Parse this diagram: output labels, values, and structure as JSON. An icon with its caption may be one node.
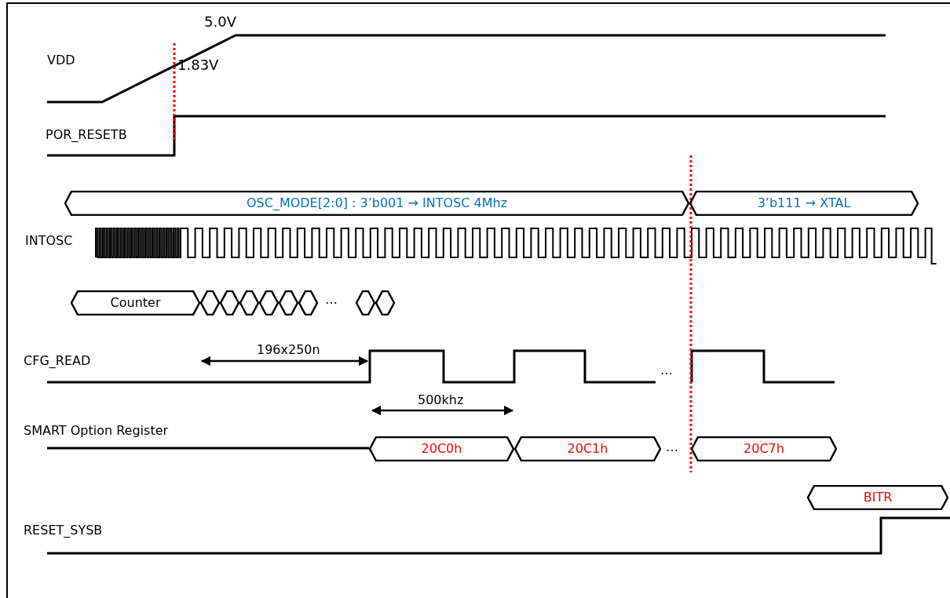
{
  "diagram": {
    "nodes": [
      {
        "text": [
          "OSC_MODE[2:0] : 3’b001 → INTOSC 4Mhz"
        ]
      },
      {
        "text": [
          "3’b111 → XTAL"
        ]
      },
      {
        "text": [
          "Counter"
        ]
      },
      {
        "text": [],
        "shape": "hexagon"
      },
      {
        "text": [],
        "shape": "hexagon"
      },
      {
        "text": [],
        "shape": "hexagon"
      },
      {
        "text": [],
        "shape": "hexagon"
      },
      {
        "text": [],
        "shape": "hexagon"
      },
      {
        "text": [],
        "shape": "hexagon"
      },
      {
        "text": [],
        "shape": "hexagon"
      },
      {
        "text": [],
        "shape": "hexagon"
      },
      {
        "text": [
          "20C0h"
        ]
      },
      {
        "text": [
          "20C1h"
        ]
      },
      {
        "text": [
          "20C7h"
        ]
      },
      {
        "text": [
          "BITR"
        ]
      }
    ],
    "labels": [
      "5.0V",
      "VDD",
      "1.83V",
      "POR_RESETB",
      "INTOSC",
      "…",
      "196x250n",
      "CFG_READ",
      "…",
      "500khz",
      "SMART Option Register",
      "…",
      "RESET_SYSB"
    ]
  }
}
